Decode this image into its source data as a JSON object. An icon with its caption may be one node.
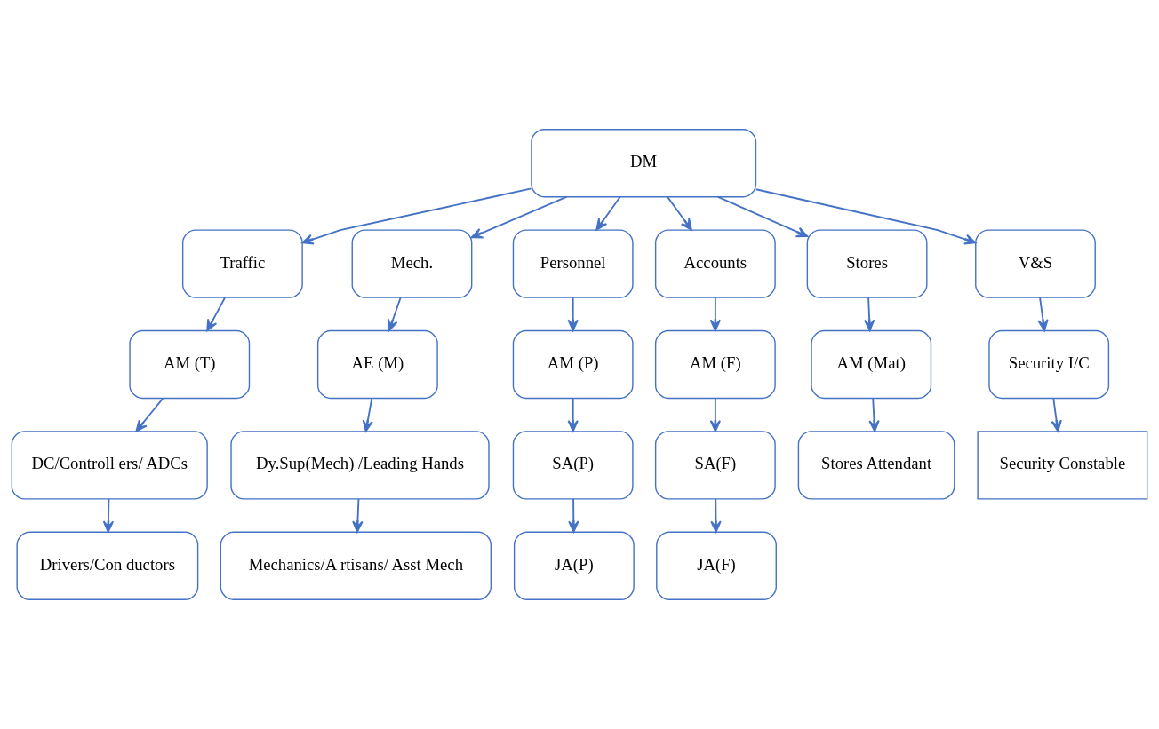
{
  "diagram": {
    "nodes": [
      {
        "text": [
          "DM"
        ]
      },
      {
        "text": [
          "Traffic"
        ]
      },
      {
        "text": [
          "Mech."
        ]
      },
      {
        "text": [
          "Personnel"
        ]
      },
      {
        "text": [
          "Accounts"
        ]
      },
      {
        "text": [
          "Stores"
        ]
      },
      {
        "text": [
          "V&S"
        ]
      },
      {
        "text": [
          "AM (T)"
        ]
      },
      {
        "text": [
          "AE (M)"
        ]
      },
      {
        "text": [
          "AM (P)"
        ]
      },
      {
        "text": [
          "AM (F)"
        ]
      },
      {
        "text": [
          "AM (Mat)"
        ]
      },
      {
        "text": [
          "Security I/C"
        ]
      },
      {
        "text": [
          "DC/Controll ers/ ADCs"
        ]
      },
      {
        "text": [
          "Dy.Sup(Mech) /Leading Hands"
        ]
      },
      {
        "text": [
          "SA(P)"
        ]
      },
      {
        "text": [
          "SA(F)"
        ]
      },
      {
        "text": [
          "Drivers/Con ductors"
        ]
      },
      {
        "text": [
          "Mechanics/A rtisans/ Asst Mech"
        ]
      },
      {
        "text": [
          "JA(P)"
        ]
      },
      {
        "text": [
          "JA(F)"
        ]
      },
      {
        "text": [
          "Stores Attendant"
        ]
      },
      {
        "text": [
          "Security Constable"
        ]
      }
    ],
    "edges": [
      {
        "from": 0,
        "to": 1,
        "arrow": "to"
      },
      {
        "from": 0,
        "to": 2,
        "arrow": "to"
      },
      {
        "from": 0,
        "to": 3,
        "arrow": "to"
      },
      {
        "from": 0,
        "to": 4,
        "arrow": "to"
      },
      {
        "from": 0,
        "to": 5,
        "arrow": "to"
      },
      {
        "from": 0,
        "to": 6,
        "arrow": "to"
      },
      {
        "from": 1,
        "to": 7,
        "arrow": "to"
      },
      {
        "from": 2,
        "to": 8,
        "arrow": "to"
      },
      {
        "from": 3,
        "to": 9,
        "arrow": "to"
      },
      {
        "from": 4,
        "to": 10,
        "arrow": "to"
      },
      {
        "from": 5,
        "to": 11,
        "arrow": "to"
      },
      {
        "from": 6,
        "to": 12,
        "arrow": "to"
      },
      {
        "from": 7,
        "to": 13,
        "arrow": "to"
      },
      {
        "from": 8,
        "to": 14,
        "arrow": "to"
      },
      {
        "from": 9,
        "to": 15,
        "arrow": "to"
      },
      {
        "from": 10,
        "to": 16,
        "arrow": "to"
      },
      {
        "from": 13,
        "to": 17,
        "arrow": "to"
      },
      {
        "from": 14,
        "to": 18,
        "arrow": "to"
      },
      {
        "from": 15,
        "to": 19,
        "arrow": "to"
      },
      {
        "from": 16,
        "to": 20,
        "arrow": "to"
      },
      {
        "from": 11,
        "to": 21,
        "arrow": "to"
      },
      {
        "from": 12,
        "to": 22,
        "arrow": "to"
      }
    ]
  }
}
